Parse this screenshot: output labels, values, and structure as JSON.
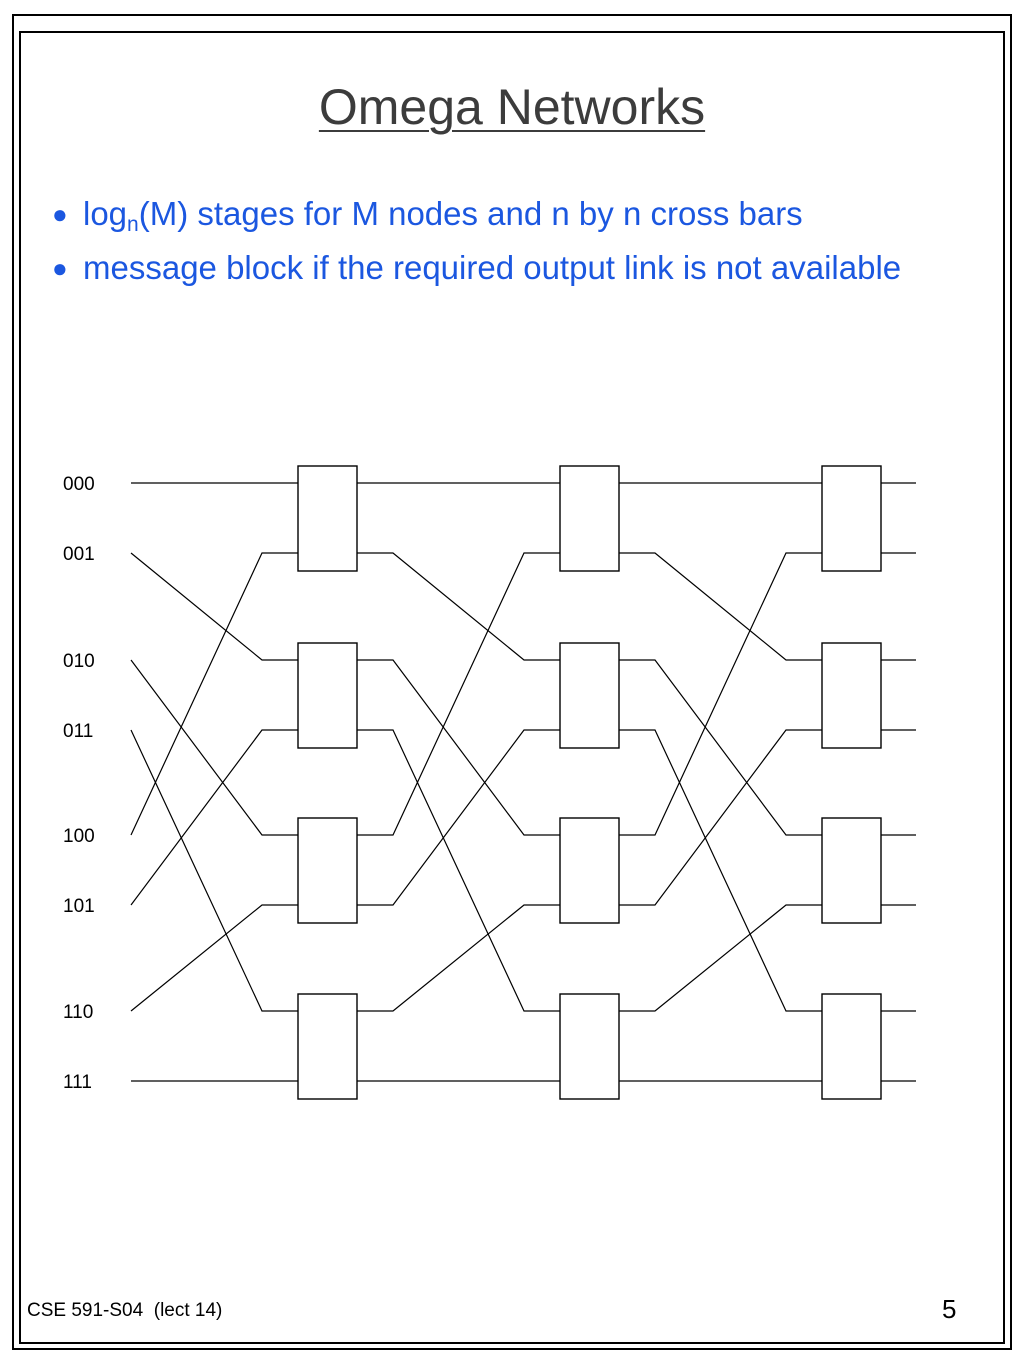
{
  "title": "Omega Networks",
  "bullets": [
    {
      "pre": "log",
      "sub": "n",
      "post": "(M) stages for M nodes and n by n cross bars"
    },
    {
      "text": "message block if the required output link is not available"
    }
  ],
  "bullet_glyph": "●",
  "diagram": {
    "node_labels": [
      "000",
      "001",
      "010",
      "011",
      "100",
      "101",
      "110",
      "111"
    ],
    "stages": 3,
    "switch_size": 2
  },
  "footer": {
    "course": "CSE 591-S04  (lect 14)",
    "page": "5"
  },
  "colors": {
    "title": "#3c3c3c",
    "bullets": "#1b57e0",
    "lines": "#000000"
  }
}
